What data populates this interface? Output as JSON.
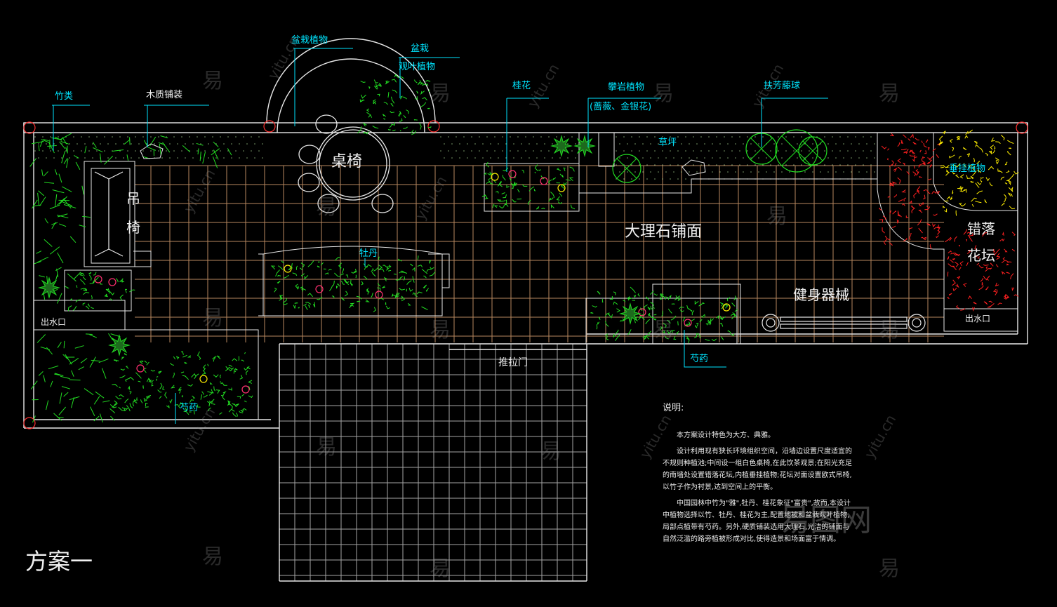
{
  "plan_labels": {
    "bamboo": "竹类",
    "wood_paving": "木质铺装",
    "potted_plants": "盆栽植物",
    "potted": "盆栽",
    "foliage_plants": "观叶植物",
    "osmanthus": "桂花",
    "climbing_plants": "攀岩植物",
    "climbing_sub": "(蔷薇、金银花)",
    "fuyao_vine": "扶芳藤球",
    "lawn": "草坪",
    "hanging_plants": "垂挂植物",
    "table_chairs": "桌椅",
    "swing_chair_1": "吊",
    "swing_chair_2": "椅",
    "marble_paving": "大理石铺面",
    "peony": "牡丹",
    "staggered_bed_1": "错落",
    "staggered_bed_2": "花坛",
    "fitness": "健身器械",
    "outlet_left": "出水口",
    "outlet_right": "出水口",
    "paeonia_right": "芍药",
    "paeonia_left": "芍药",
    "sliding_door": "推拉门",
    "scheme": "方案一"
  },
  "notes": {
    "title": "说明:",
    "p1": "本方案设计特色为大方、典雅。",
    "p2": "设计利用现有狭长环境组织空间，沿墙边设置尺度适宜的不规则种植池;中间设一组白色桌椅,在此饮茶观景;在阳光充足的南墙处设置错落花坛,内植垂挂植物;花坛对面设置欧式吊椅,以竹子作为衬景,达到空间上的平衡。",
    "p3": "中国园林中竹为\"雅\",牡丹、桂花象征\"富贵\",故而,本设计中植物选择以竹、牡丹、桂花为主,配置地被和盆栽观叶植物,局部点植带有芍药。另外,硬质铺装选用大理石,光洁的铺面与自然泛滥的路旁植被形成对比,使得造景和场面富于情调。"
  },
  "watermark": {
    "char": "易",
    "site": "yitu.cn",
    "brand": "易图网"
  },
  "colors": {
    "background": "#000000",
    "wall": "#e8e8e8",
    "paving_grid": "#d8a070",
    "label": "#00e5ff",
    "plant_green": "#22dd22",
    "plant_red": "#ff2020",
    "plant_yellow": "#ffee00",
    "lawn_dots": "#b8e8a0"
  }
}
